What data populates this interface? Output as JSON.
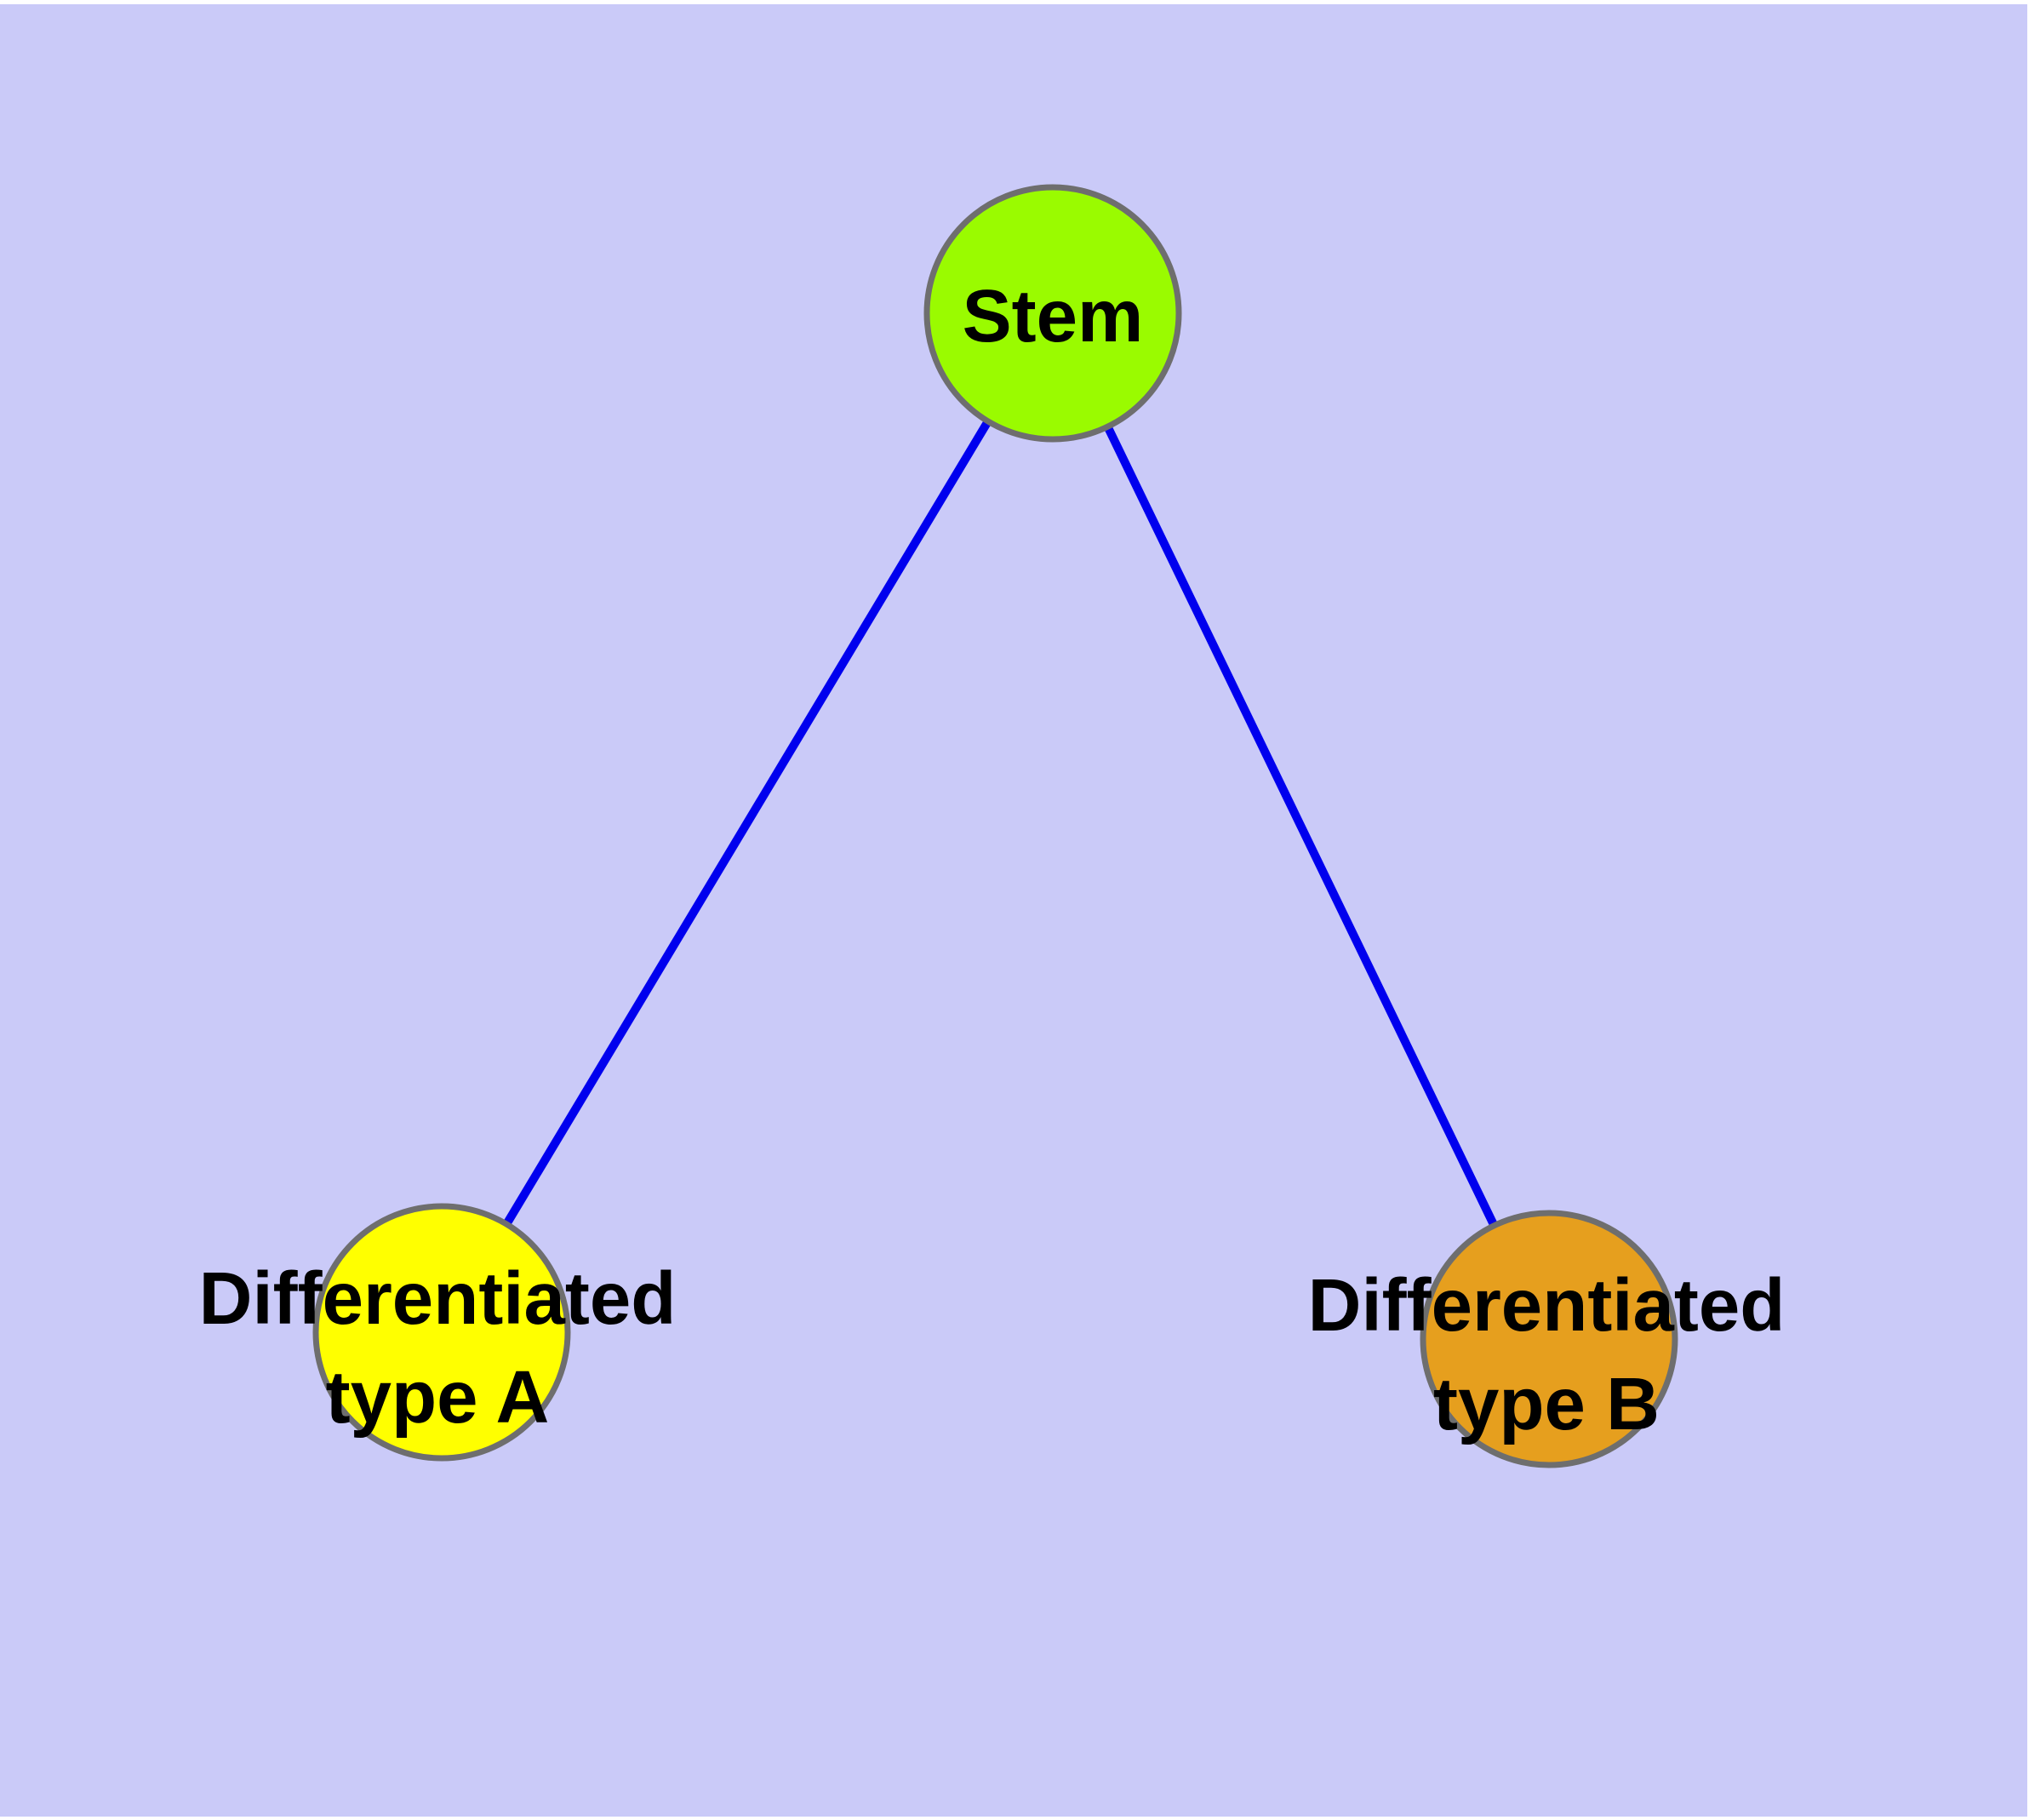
{
  "diagram": {
    "type": "graph",
    "background_color": "#CACAF8",
    "canvas_color": "#FFFFFF",
    "edge_color": "#0000EE",
    "node_border_color": "#6E6E6E",
    "label_color": "#000000",
    "nodes": [
      {
        "id": "stem",
        "label": "Stem",
        "line1": "Stem",
        "fill": "#9AFB00"
      },
      {
        "id": "differentiated-type-a",
        "label": "Differentiated type A",
        "line1": "Differentiated",
        "line2": "type A",
        "fill": "#FFFF00"
      },
      {
        "id": "differentiated-type-b",
        "label": "Differentiated type B",
        "line1": "Differentiated",
        "line2": "type B",
        "fill": "#E69F1E"
      }
    ],
    "edges": [
      {
        "from": "Stem",
        "to": "Differentiated type A"
      },
      {
        "from": "Stem",
        "to": "Differentiated type B"
      }
    ]
  }
}
